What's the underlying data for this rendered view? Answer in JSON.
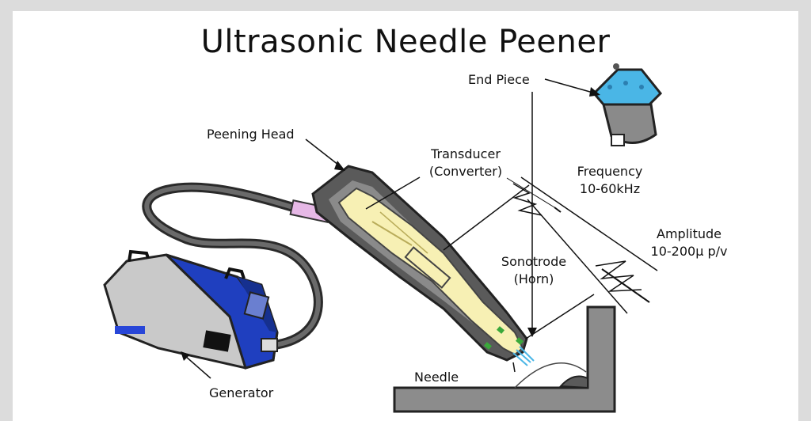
{
  "title": "Ultrasonic Needle Peener",
  "labels": {
    "end_piece": "End Piece",
    "peening_head": "Peening Head",
    "transducer_line1": "Transducer",
    "transducer_line2": "(Converter)",
    "frequency_line1": "Frequency",
    "frequency_line2": "10-60kHz",
    "amplitude_line1": "Amplitude",
    "amplitude_line2": "10-200µ p/v",
    "sonotrode_line1": "Sonotrode",
    "sonotrode_line2": "(Horn)",
    "needle": "Needle",
    "generator": "Generator"
  },
  "colors": {
    "background": "#dcdcdc",
    "panel": "#ffffff",
    "housing": "#5a5a5a",
    "transducer": "#f7f0b4",
    "generator_body": "#c9c9c9",
    "generator_accent": "#1f3fbf",
    "end_piece_cone": "#4ab6e6",
    "end_piece_body": "#8a8a8a",
    "connector": "#e6b8e6",
    "weld_plate": "#8c8c8c"
  }
}
